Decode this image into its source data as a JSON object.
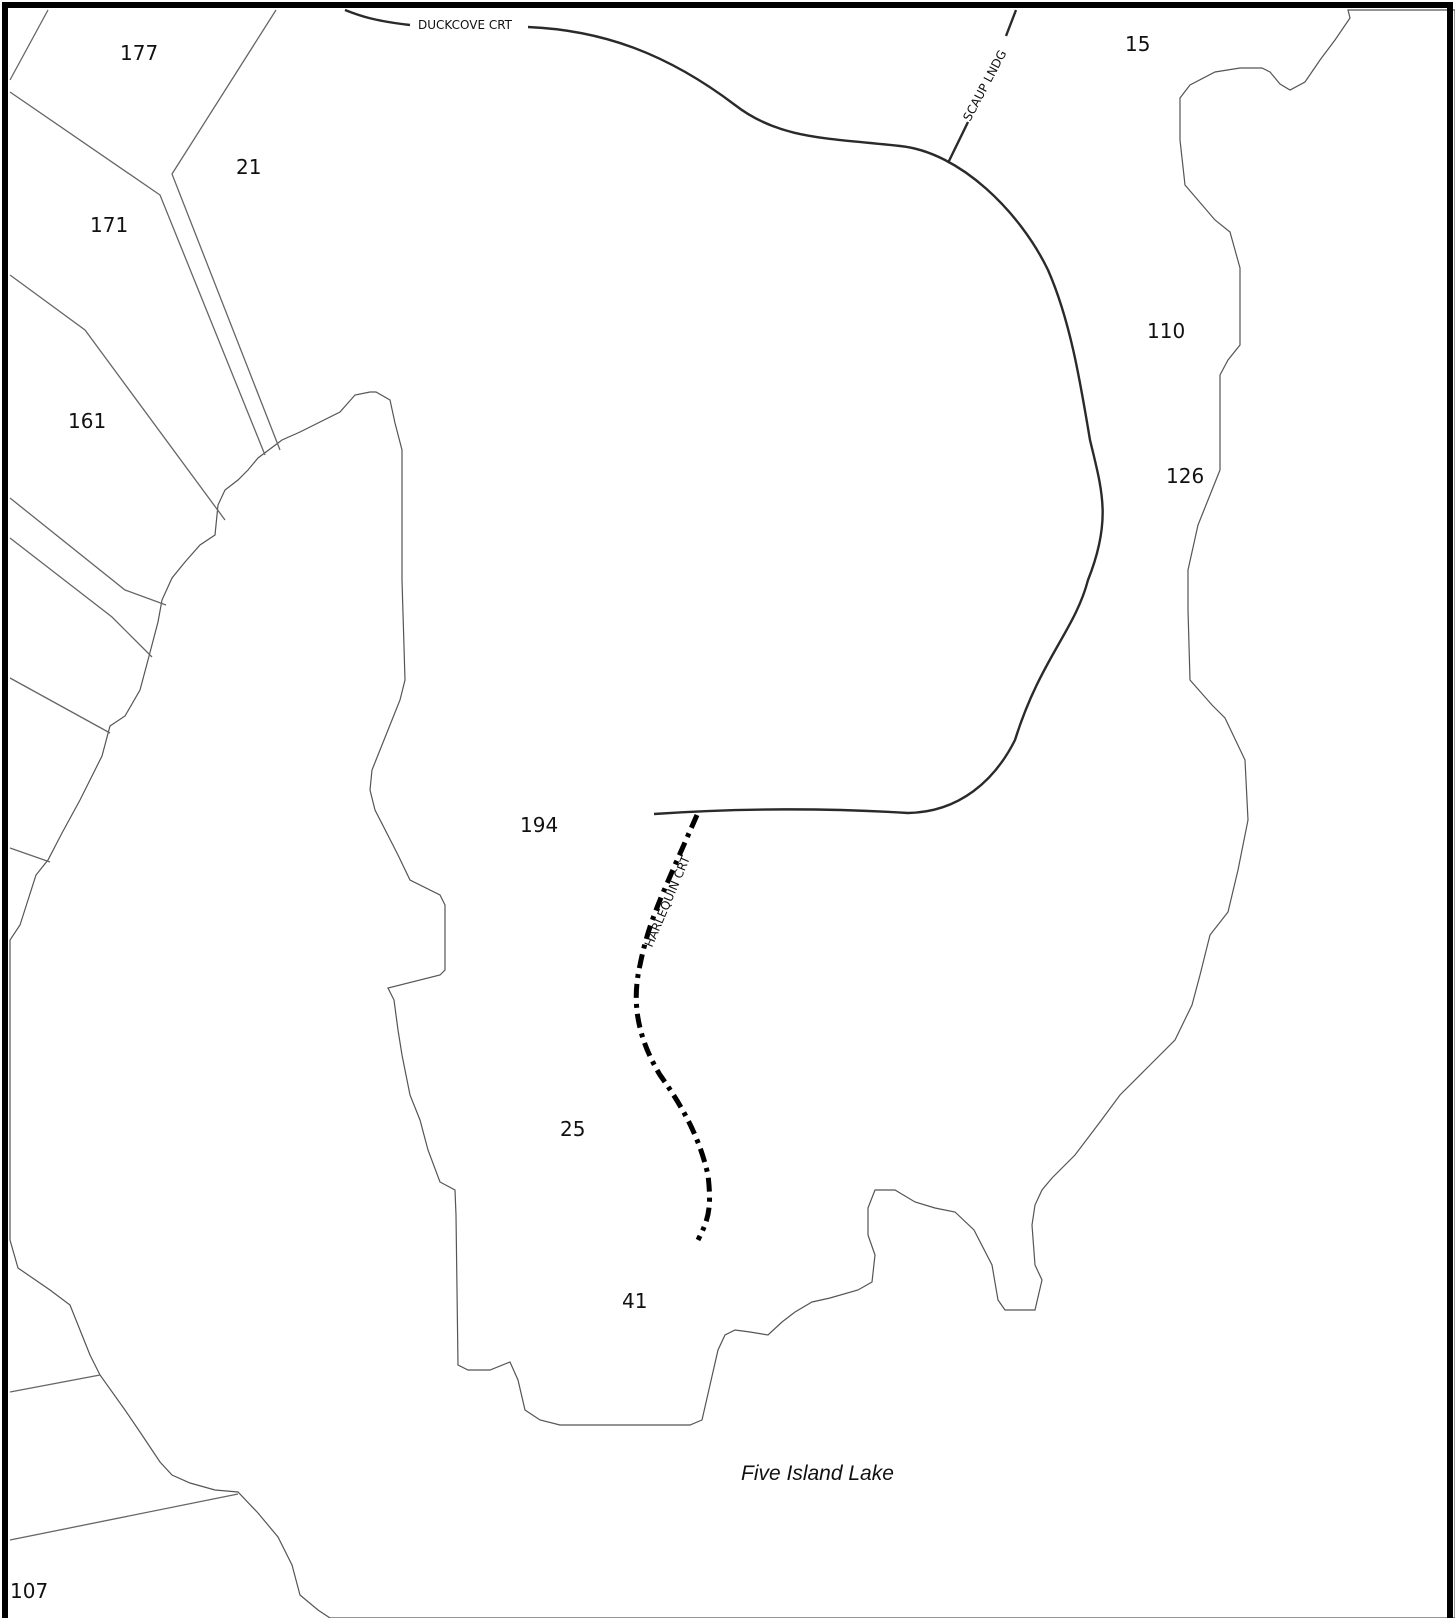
{
  "map": {
    "water_label": "Five Island Lake",
    "colors": {
      "water": "#bfe6fc",
      "land": "#ffffff",
      "border": "#000000",
      "road": "#2a2a2a",
      "parcel_line": "#666666"
    },
    "roads": {
      "duckcove": "DUCKCOVE CRT",
      "scaup": "SCAUP LNDG",
      "harlequin": "HARLEQUIN CRT"
    },
    "parcels": {
      "p177": "177",
      "p21": "21",
      "p171": "171",
      "p161": "161",
      "p15": "15",
      "p110": "110",
      "p126": "126",
      "p194": "194",
      "p25": "25",
      "p41": "41",
      "p107": "107"
    }
  }
}
